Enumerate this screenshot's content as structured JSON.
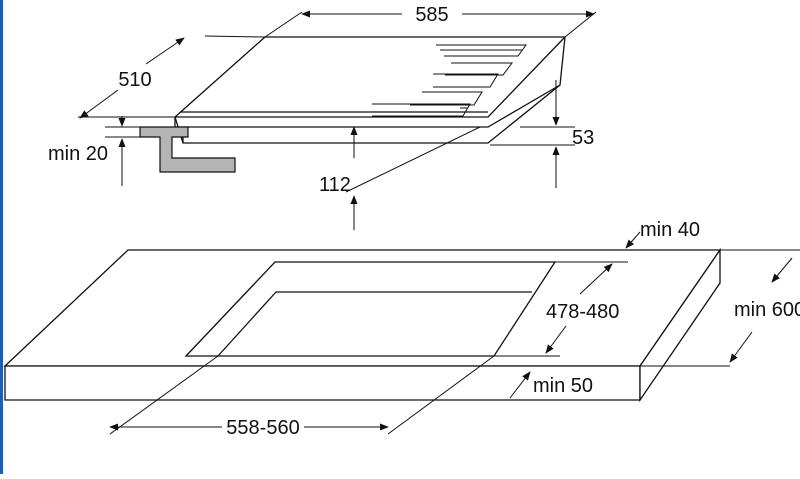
{
  "drawing": {
    "hob_dimensions": {
      "width": "585",
      "depth": "510",
      "height": "53",
      "clearance": "112",
      "clamp_min": "min 20"
    },
    "cutout_dimensions": {
      "rear_margin": "min 40",
      "depth": "478-480",
      "worktop_depth": "min 600",
      "front_margin": "min 50",
      "width": "558-560"
    },
    "colors": {
      "line": "#111111",
      "clamp_fill": "#b4b4b4",
      "edge_accent": "#1f5fb0"
    }
  }
}
